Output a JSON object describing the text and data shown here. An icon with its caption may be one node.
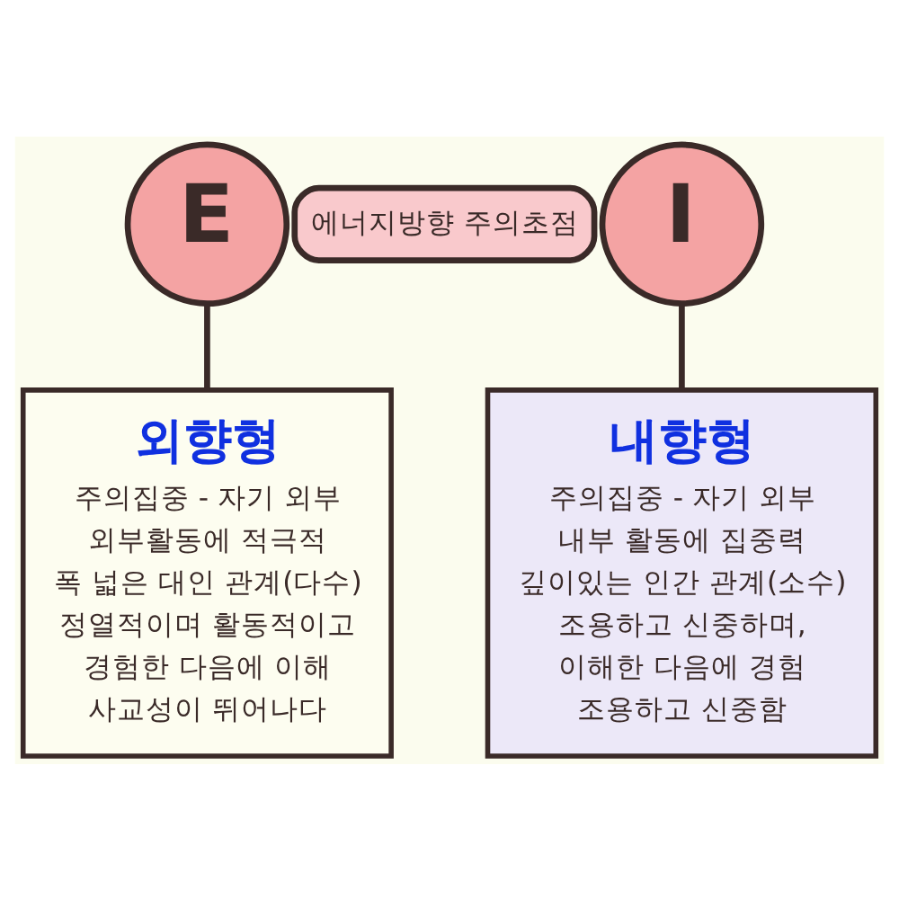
{
  "diagram": {
    "nodes": [
      {
        "text": [
          "E"
        ]
      },
      {
        "text": [
          "에너지방향 주의초점"
        ]
      },
      {
        "text": [
          "I"
        ]
      },
      {
        "text": [
          "외향형",
          "주의집중 - 자기 외부",
          "외부활동에 적극적",
          "폭 넓은 대인 관계(다수)",
          "정열적이며 활동적이고",
          "경험한 다음에 이해",
          "사교성이 뛰어나다"
        ]
      },
      {
        "text": [
          "내향형",
          "주의집중 - 자기 외부",
          "내부 활동에 집중력",
          "깊이있는 인간 관계(소수)",
          "조용하고 신중하며,",
          "이해한 다음에 경험",
          "조용하고 신중함"
        ]
      }
    ],
    "edges": [
      {
        "from": 0,
        "to": 3,
        "arrow": "none"
      },
      {
        "from": 2,
        "to": 4,
        "arrow": "none"
      }
    ]
  }
}
